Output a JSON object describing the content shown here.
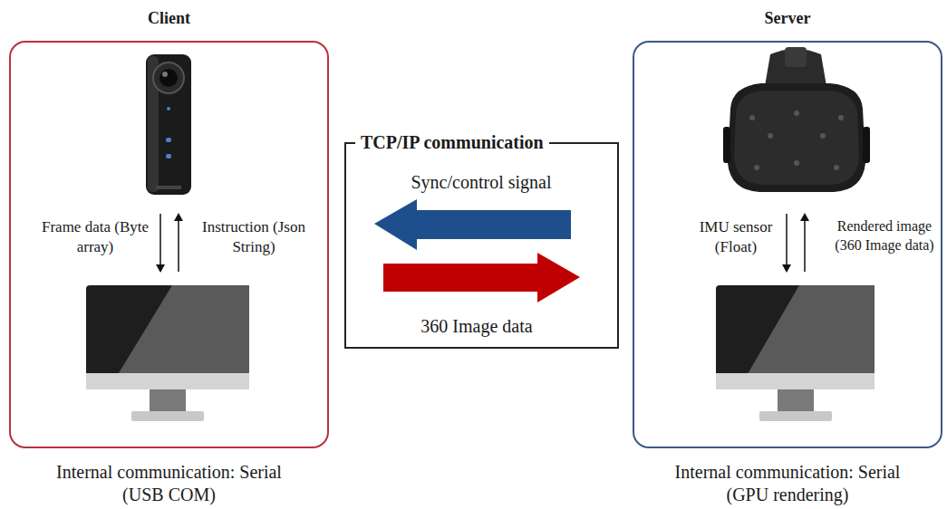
{
  "diagram": {
    "nodes": [
      {
        "text": [
          "Client",
          "Internal communication: Serial (USB COM)"
        ]
      },
      {
        "text": [
          "TCP/IP communication"
        ]
      },
      {
        "text": [
          "Server",
          "Internal communication: Serial (GPU rendering)"
        ]
      }
    ],
    "labels": [
      "Frame data (Byte array)",
      "Instruction (Json String)",
      "Sync/control signal",
      "360 Image data",
      "IMU sensor (Float)",
      "Rendered image (360 Image data)"
    ]
  }
}
